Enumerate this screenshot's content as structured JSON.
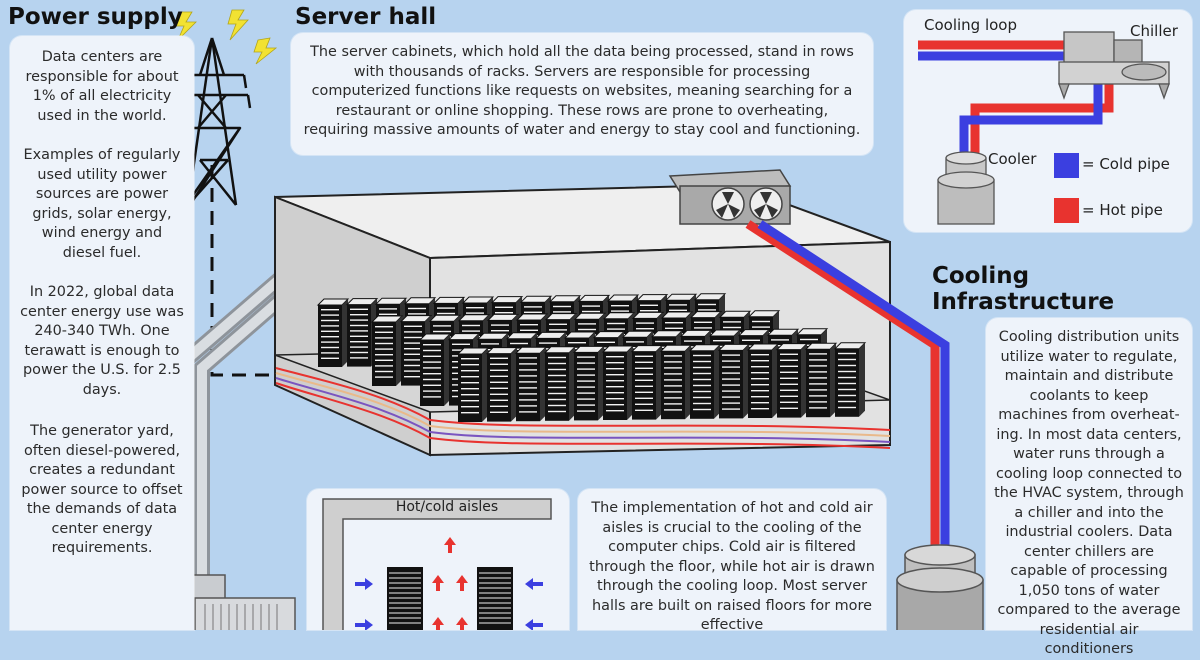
{
  "power": {
    "title": "Power supply",
    "p1": "Data centers are responsible for about 1% of all electricity used in the world.",
    "p2": "Examples of regularly used utility power sources are power grids, solar energy, wind energy and diesel fuel.",
    "p3": "In 2022, global data center energy use was 240-340 TWh. One terawatt is enough to power the U.S. for 2.5 days.",
    "p4": "The generator yard, often diesel-powered, creates a redundant power source to offset the demands of data center energy requirements."
  },
  "server": {
    "title": "Server hall",
    "text": "The server cabinets, which hold all the data being processed, stand in rows with thousands of racks. Servers are responsible for processing computerized functions like requests on websites, meaning searching for a restaurant or online shopping. These rows are prone to overheating, requiring massive amounts of water and energy to stay cool and functioning."
  },
  "legend": {
    "cooling_loop": "Cooling loop",
    "chiller": "Chiller",
    "cooler": "Cooler",
    "cold_pipe": "= Cold pipe",
    "hot_pipe": "= Hot pipe",
    "cold_color": "#3b3fe0",
    "hot_color": "#e8332f"
  },
  "cooling": {
    "title": "Cooling Infrastructure",
    "text": "Cooling distribution units utilize water to regulate, maintain and distribute coolants to keep machines from overheat-ing. In most data centers, water runs through a cooling loop connected to the HVAC system, through a chiller and into the industrial coolers. Data center chillers are capable of processing 1,050 tons of water compared to the average residential air conditioners"
  },
  "aisles": {
    "title": "Hot/cold aisles",
    "text": "The implementation of hot and cold air aisles is crucial to the cooling of the computer chips. Cold air is filtered through the floor, while hot air is drawn through the cooling loop. Most server halls are built on raised floors for more effective"
  }
}
